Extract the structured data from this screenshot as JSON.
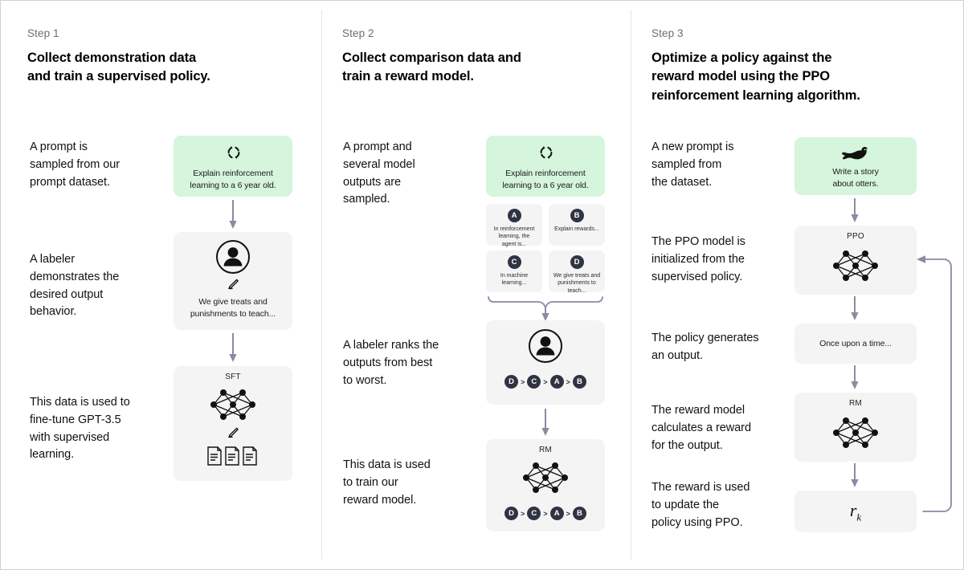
{
  "columns": [
    {
      "step_label": "Step 1",
      "title_line1": "Collect demonstration data",
      "title_line2": "and train a supervised policy.",
      "descriptions": [
        "A prompt is\nsampled from our\nprompt dataset.",
        "A labeler\ndemonstrates the\ndesired output\nbehavior.",
        "This data is used to\nfine-tune GPT-3.5\nwith supervised\nlearning."
      ],
      "cards": [
        {
          "kind": "prompt-green",
          "icon": "dashed-circular-arrows-icon",
          "text": "Explain reinforcement\nlearning to a 6 year old."
        },
        {
          "kind": "labeler",
          "icon": "person-in-circle-icon",
          "sub_icon": "pencil-icon",
          "text": "We give treats and\npunishments to teach..."
        },
        {
          "kind": "model",
          "title": "SFT",
          "icon": "neural-network-icon",
          "sub_icon": "pencil-icon",
          "extra_icon": "documents-icon"
        }
      ]
    },
    {
      "step_label": "Step 2",
      "title_line1": "Collect comparison data and",
      "title_line2": "train a reward model.",
      "descriptions": [
        "A prompt and\nseveral model\noutputs are\nsampled.",
        "A labeler ranks the\noutputs from best\nto worst.",
        "This data is used\nto train our\nreward model."
      ],
      "cards": [
        {
          "kind": "prompt-green",
          "icon": "dashed-circular-arrows-icon",
          "text": "Explain reinforcement\nlearning to a 6 year old."
        },
        {
          "kind": "labeler-rank",
          "icon": "person-in-circle-icon"
        },
        {
          "kind": "model-rank",
          "title": "RM",
          "icon": "neural-network-icon"
        }
      ],
      "sampled_outputs": [
        {
          "badge": "A",
          "text": "In reinforcement\nlearning, the\nagent is..."
        },
        {
          "badge": "B",
          "text": "Explain rewards..."
        },
        {
          "badge": "C",
          "text": "In machine\nlearning..."
        },
        {
          "badge": "D",
          "text": "We give treats and\npunishments to\nteach..."
        }
      ],
      "ranking": [
        "D",
        "C",
        "A",
        "B"
      ],
      "rank_separator": ">"
    },
    {
      "step_label": "Step 3",
      "title_line1": "Optimize a policy against the",
      "title_line2": "reward model using the PPO",
      "title_line3": "reinforcement learning algorithm.",
      "descriptions": [
        "A new prompt is\nsampled from\nthe dataset.",
        "The PPO model is\ninitialized from the\nsupervised policy.",
        "The policy generates\nan output.",
        "The reward model\ncalculates a reward\nfor the output.",
        "The reward is used\nto update the\npolicy using PPO."
      ],
      "cards": [
        {
          "kind": "prompt-green",
          "icon": "otter-icon",
          "text": "Write a story\nabout otters."
        },
        {
          "kind": "model",
          "title": "PPO",
          "icon": "neural-network-icon"
        },
        {
          "kind": "output",
          "text": "Once upon a time..."
        },
        {
          "kind": "model",
          "title": "RM",
          "icon": "neural-network-icon"
        },
        {
          "kind": "reward",
          "symbol": "r",
          "subscript": "k"
        }
      ]
    }
  ],
  "colors": {
    "green_card": "#d5f5dc",
    "grey_card": "#f4f4f4",
    "arrow": "#8a8aa3",
    "badge": "#2f3342",
    "text": "#111111",
    "muted_text": "#6e6e6e",
    "divider": "#e3e3e3",
    "page_background": "#ffffff"
  }
}
